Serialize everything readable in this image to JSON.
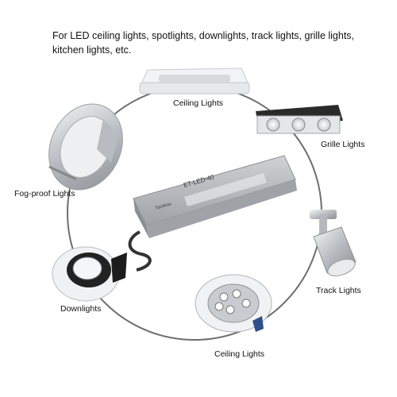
{
  "caption": "For LED ceiling lights, spotlights, downlights, track lights, grille lights, kitchen lights, etc.",
  "labels": {
    "ceiling_top": "Ceiling Lights",
    "grille": "Grille Lights",
    "fogproof": "Fog-proof Lights",
    "track": "Track Lights",
    "downlights": "Downlights",
    "ceiling_bottom": "Ceiling Lights"
  },
  "driver": {
    "model": "ET-LED-40",
    "brand": "TaoMax"
  },
  "colors": {
    "circle": "#6e6e6e",
    "driver_body": "#b9bcbf",
    "metal": "#cfd3d6"
  }
}
